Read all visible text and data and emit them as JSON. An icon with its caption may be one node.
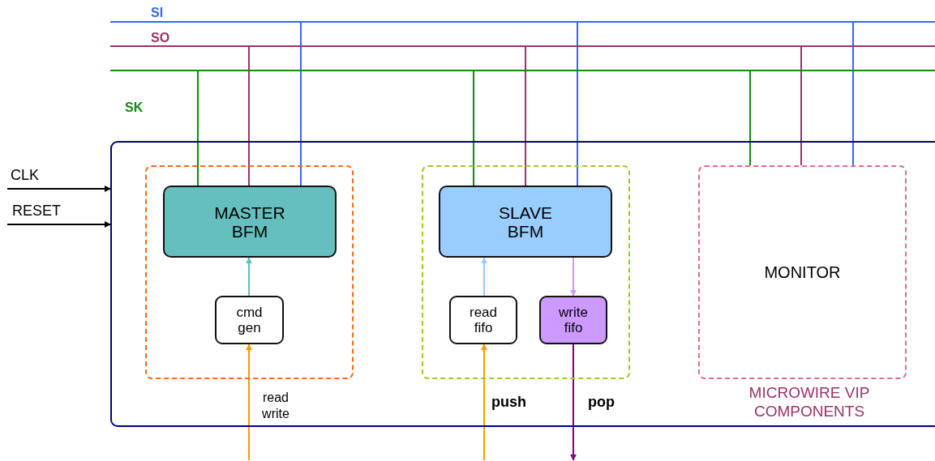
{
  "diagram": {
    "nodes": [
      {
        "text": [
          "MICROWIRE VIP COMPONENTS"
        ]
      },
      {
        "text": [],
        "shape": "box",
        "in": 0
      },
      {
        "text": [
          "MASTER BFM"
        ],
        "in": 1
      },
      {
        "text": [
          "cmd gen"
        ],
        "in": 1
      },
      {
        "text": [],
        "shape": "box",
        "in": 0
      },
      {
        "text": [
          "SLAVE BFM"
        ],
        "in": 4
      },
      {
        "text": [
          "read fifo"
        ],
        "in": 4
      },
      {
        "text": [
          "write fifo"
        ],
        "in": 4
      },
      {
        "text": [
          "MONITOR"
        ],
        "in": 0
      },
      {
        "text": [],
        "shape": "bar"
      },
      {
        "text": [],
        "shape": "bar"
      },
      {
        "text": [],
        "shape": "bar"
      }
    ],
    "edges": [
      {
        "from": 11,
        "to": 2,
        "arrow": "none",
        "color": "#138a13"
      },
      {
        "from": 10,
        "to": 2,
        "arrow": "none",
        "color": "#993366"
      },
      {
        "from": 9,
        "to": 2,
        "arrow": "none",
        "color": "#3366ff"
      },
      {
        "from": 11,
        "to": 5,
        "arrow": "none",
        "color": "#138a13"
      },
      {
        "from": 10,
        "to": 5,
        "arrow": "none",
        "color": "#993366"
      },
      {
        "from": 9,
        "to": 5,
        "arrow": "none",
        "color": "#3366ff"
      },
      {
        "from": 11,
        "to": 8,
        "arrow": "none",
        "color": "#138a13"
      },
      {
        "from": 10,
        "to": 8,
        "arrow": "none",
        "color": "#993366"
      },
      {
        "from": 9,
        "to": 8,
        "arrow": "none",
        "color": "#3366ff"
      },
      {
        "from": null,
        "to": 0,
        "arrow": "to",
        "label": "CLK",
        "color": "#000000"
      },
      {
        "from": null,
        "to": 0,
        "arrow": "to",
        "label": "RESET",
        "color": "#000000"
      },
      {
        "from": 3,
        "to": 2,
        "arrow": "to",
        "color": "#66bfbf"
      },
      {
        "from": 6,
        "to": 5,
        "arrow": "to",
        "color": "#99ccff"
      },
      {
        "from": 5,
        "to": 7,
        "arrow": "to",
        "color": "#cc99ff"
      },
      {
        "from": null,
        "to": 3,
        "arrow": "to",
        "label": "read write",
        "color": "#ff9900"
      },
      {
        "from": null,
        "to": 6,
        "arrow": "to",
        "label": "push",
        "color": "#ff9900"
      },
      {
        "from": 7,
        "to": null,
        "arrow": "to",
        "label": "pop",
        "color": "#800080"
      }
    ],
    "labels": [
      "SI",
      "SO",
      "SK"
    ]
  }
}
